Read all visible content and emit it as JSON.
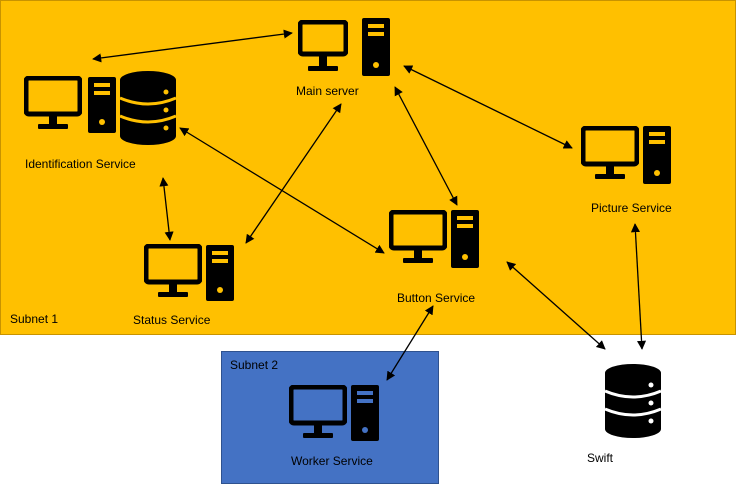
{
  "subnets": {
    "subnet1": {
      "label": "Subnet 1",
      "fill": "#FFC000"
    },
    "subnet2": {
      "label": "Subnet 2",
      "fill": "#4472C4"
    }
  },
  "nodes": {
    "main_server": {
      "label": "Main server",
      "icons": [
        "monitor-icon",
        "tower-icon"
      ]
    },
    "identification_service": {
      "label": "Identification Service",
      "icons": [
        "monitor-icon",
        "tower-icon",
        "database-icon"
      ]
    },
    "status_service": {
      "label": "Status Service",
      "icons": [
        "monitor-icon",
        "tower-icon"
      ]
    },
    "button_service": {
      "label": "Button Service",
      "icons": [
        "monitor-icon",
        "tower-icon"
      ]
    },
    "picture_service": {
      "label": "Picture Service",
      "icons": [
        "monitor-icon",
        "tower-icon"
      ]
    },
    "worker_service": {
      "label": "Worker Service",
      "icons": [
        "monitor-icon",
        "tower-icon"
      ]
    },
    "swift": {
      "label": "Swift",
      "icons": [
        "database-icon"
      ]
    }
  },
  "connections": [
    {
      "from": "identification_service",
      "to": "main_server",
      "bidirectional": true
    },
    {
      "from": "main_server",
      "to": "picture_service",
      "bidirectional": true
    },
    {
      "from": "main_server",
      "to": "button_service",
      "bidirectional": true
    },
    {
      "from": "main_server",
      "to": "status_service",
      "bidirectional": true
    },
    {
      "from": "identification_service",
      "to": "status_service",
      "bidirectional": true
    },
    {
      "from": "identification_service",
      "to": "button_service",
      "bidirectional": true
    },
    {
      "from": "button_service",
      "to": "swift",
      "bidirectional": true
    },
    {
      "from": "picture_service",
      "to": "swift",
      "bidirectional": true
    },
    {
      "from": "button_service",
      "to": "worker_service",
      "bidirectional": true
    }
  ]
}
